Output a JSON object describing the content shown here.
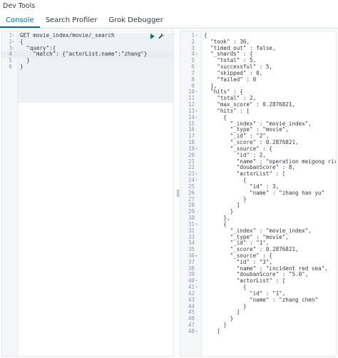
{
  "app": {
    "title": "Dev Tools"
  },
  "tabs": [
    {
      "label": "Console",
      "active": true
    },
    {
      "label": "Search Profiler",
      "active": false
    },
    {
      "label": "Grok Debugger",
      "active": false
    }
  ],
  "request_editor": {
    "lines": [
      {
        "n": "1",
        "fold": true,
        "text": "GET movie_index/movie/_search"
      },
      {
        "n": "2",
        "fold": true,
        "text": "{"
      },
      {
        "n": "3",
        "fold": true,
        "text": "  \"query\":{"
      },
      {
        "n": "4",
        "fold": false,
        "text": "    \"match\": {\"actorList.name\":\"zhang\"}",
        "highlight": true
      },
      {
        "n": "5",
        "fold": false,
        "text": "  }"
      },
      {
        "n": "6",
        "fold": false,
        "text": "}"
      }
    ]
  },
  "response_editor": {
    "lines": [
      {
        "n": "1",
        "fold": true,
        "text": "{"
      },
      {
        "n": "2",
        "fold": false,
        "text": "  \"took\" : 36,"
      },
      {
        "n": "3",
        "fold": false,
        "text": "  \"timed_out\" : false,"
      },
      {
        "n": "4",
        "fold": true,
        "text": "  \"_shards\" : {"
      },
      {
        "n": "5",
        "fold": false,
        "text": "    \"total\" : 5,"
      },
      {
        "n": "6",
        "fold": false,
        "text": "    \"successful\" : 5,"
      },
      {
        "n": "7",
        "fold": false,
        "text": "    \"skipped\" : 0,"
      },
      {
        "n": "8",
        "fold": false,
        "text": "    \"failed\" : 0"
      },
      {
        "n": "9",
        "fold": false,
        "text": "  },"
      },
      {
        "n": "10",
        "fold": true,
        "text": "  \"hits\" : {"
      },
      {
        "n": "11",
        "fold": false,
        "text": "    \"total\" : 2,"
      },
      {
        "n": "12",
        "fold": false,
        "text": "    \"max_score\" : 0.2876821,"
      },
      {
        "n": "13",
        "fold": true,
        "text": "    \"hits\" : ["
      },
      {
        "n": "14",
        "fold": true,
        "text": "      {"
      },
      {
        "n": "15",
        "fold": false,
        "text": "        \"_index\" : \"movie_index\","
      },
      {
        "n": "16",
        "fold": false,
        "text": "        \"_type\" : \"movie\","
      },
      {
        "n": "17",
        "fold": false,
        "text": "        \"_id\" : \"2\","
      },
      {
        "n": "18",
        "fold": false,
        "text": "        \"_score\" : 0.2876821,"
      },
      {
        "n": "19",
        "fold": true,
        "text": "        \"_source\" : {"
      },
      {
        "n": "20",
        "fold": false,
        "text": "          \"id\" : 2,"
      },
      {
        "n": "21",
        "fold": false,
        "text": "          \"name\" : \"operation meigong river\""
      },
      {
        "n": "22",
        "fold": false,
        "text": "          \"doubanScore\" : 8,"
      },
      {
        "n": "23",
        "fold": true,
        "text": "          \"actorList\" : ["
      },
      {
        "n": "24",
        "fold": true,
        "text": "            {"
      },
      {
        "n": "25",
        "fold": false,
        "text": "              \"id\" : 3,"
      },
      {
        "n": "26",
        "fold": false,
        "text": "              \"name\" : \"zhang han yu\""
      },
      {
        "n": "27",
        "fold": false,
        "text": "            }"
      },
      {
        "n": "28",
        "fold": false,
        "text": "          ]"
      },
      {
        "n": "29",
        "fold": false,
        "text": "        }"
      },
      {
        "n": "30",
        "fold": false,
        "text": "      },"
      },
      {
        "n": "31",
        "fold": true,
        "text": "      {"
      },
      {
        "n": "32",
        "fold": false,
        "text": "        \"_index\" : \"movie_index\","
      },
      {
        "n": "33",
        "fold": false,
        "text": "        \"_type\" : \"movie\","
      },
      {
        "n": "34",
        "fold": false,
        "text": "        \"_id\" : \"1\","
      },
      {
        "n": "35",
        "fold": false,
        "text": "        \"_score\" : 0.2876821,"
      },
      {
        "n": "36",
        "fold": true,
        "text": "        \"_source\" : {"
      },
      {
        "n": "37",
        "fold": false,
        "text": "          \"id\" : \"3\","
      },
      {
        "n": "38",
        "fold": false,
        "text": "          \"name\" : \"incident red sea\","
      },
      {
        "n": "39",
        "fold": false,
        "text": "          \"doubanScore\" : \"5.0\","
      },
      {
        "n": "40",
        "fold": true,
        "text": "          \"actorList\" : ["
      },
      {
        "n": "41",
        "fold": true,
        "text": "            {"
      },
      {
        "n": "42",
        "fold": false,
        "text": "              \"id\" : \"1\","
      },
      {
        "n": "43",
        "fold": false,
        "text": "              \"name\" : \"zhang chen\""
      },
      {
        "n": "44",
        "fold": false,
        "text": "            }"
      },
      {
        "n": "45",
        "fold": false,
        "text": "          ]"
      },
      {
        "n": "46",
        "fold": false,
        "text": "        }"
      },
      {
        "n": "47",
        "fold": false,
        "text": "      }"
      },
      {
        "n": "48",
        "fold": true,
        "text": "    ]"
      }
    ]
  },
  "icons": {
    "run": "play-icon",
    "settings": "wrench-icon",
    "fold": "fold-triangle-icon"
  },
  "colors": {
    "accent": "#006bb4",
    "run": "#017d73",
    "gutter": "#f5f7fa"
  }
}
